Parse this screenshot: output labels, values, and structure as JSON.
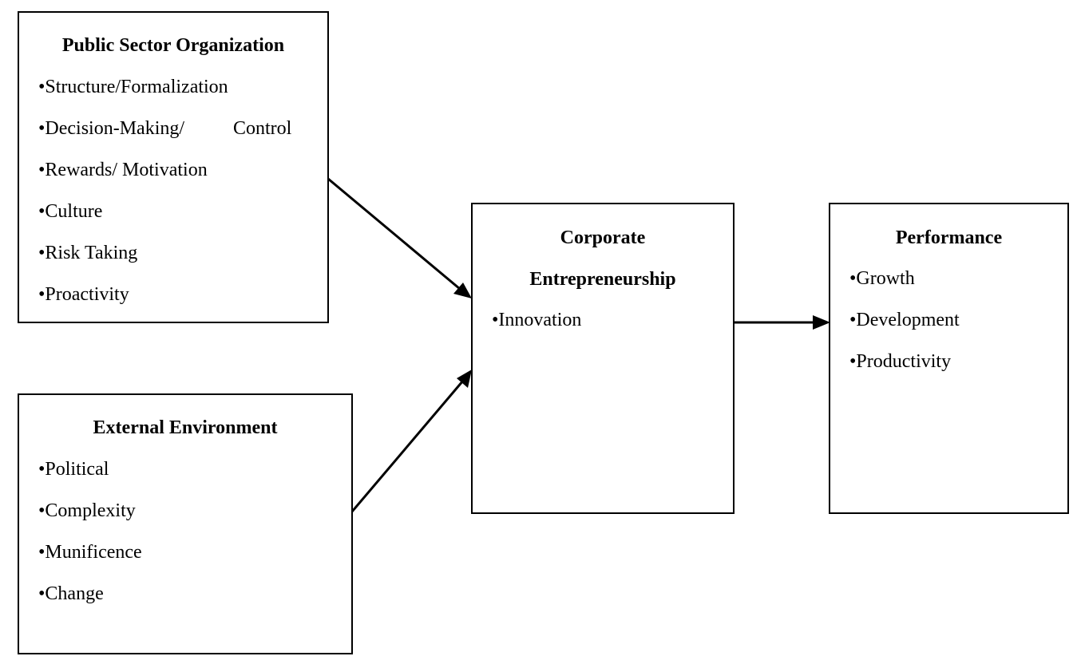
{
  "public_sector": {
    "title": "Public Sector Organization",
    "items": [
      "•Structure/Formalization",
      "•Decision-Making/",
      "Control",
      "•Rewards/ Motivation",
      "•Culture",
      "•Risk Taking",
      "•Proactivity"
    ]
  },
  "external_env": {
    "title": "External Environment",
    "items": [
      "•Political",
      "•Complexity",
      "•Munificence",
      "•Change"
    ]
  },
  "corporate_ent": {
    "title_line1": "Corporate",
    "title_line2": "Entrepreneurship",
    "items": [
      "•Innovation"
    ]
  },
  "performance": {
    "title": "Performance",
    "items": [
      "•Growth",
      "•Development",
      "•Productivity"
    ]
  },
  "colors": {
    "stroke": "#000000",
    "background": "#ffffff"
  }
}
